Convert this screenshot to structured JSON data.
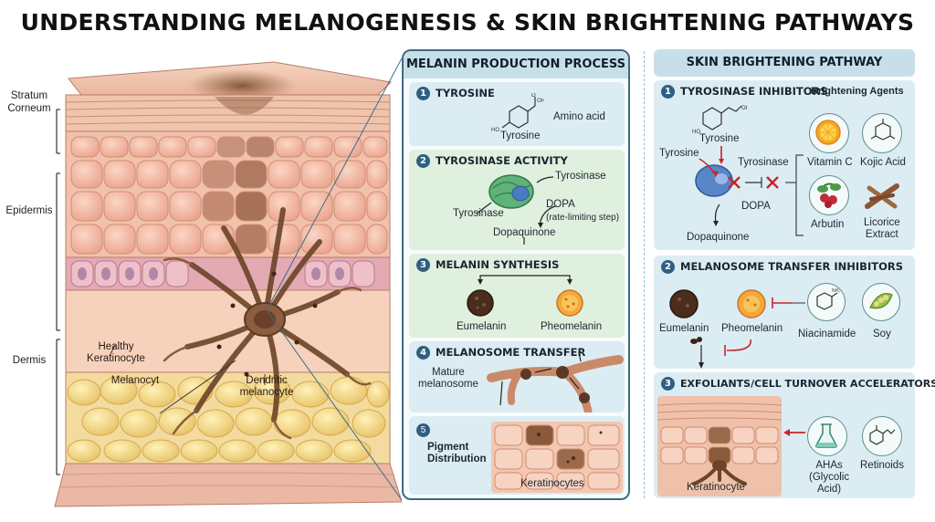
{
  "title": "UNDERSTANDING MELANOGENESIS & SKIN BRIGHTENING PATHWAYS",
  "skin_layers": {
    "stratum_corneum": "Stratum\nCorneum",
    "epidermis": "Epidermis",
    "dermis": "Dermis"
  },
  "skin_labels": {
    "healthy_keratinocyte": "Healthy\nKeratinocyte",
    "melanocyte": "Melanocyt",
    "dendritic_melanocyte": "Dendritic\nmelanocyte"
  },
  "production": {
    "title": "MELANIN PRODUCTION PROCESS",
    "steps": [
      {
        "num": "1",
        "title": "TYROSINE",
        "labels": {
          "amino_acid": "Amino acid",
          "tyrosine": "Tyrosine"
        }
      },
      {
        "num": "2",
        "title": "TYROSINASE ACTIVITY",
        "labels": {
          "tyrosinase_right": "Tyrosinase",
          "tyrosinase_left": "Tyrosinase",
          "dopa": "DOPA",
          "rate_limiting": "(rate-limiting step)",
          "dopaquinone": "Dopaquinone"
        }
      },
      {
        "num": "3",
        "title": "MELANIN SYNTHESIS",
        "labels": {
          "eumelanin": "Eumelanin",
          "pheomelanin": "Pheomelanin"
        }
      },
      {
        "num": "4",
        "title": "MELANOSOME TRANSFER",
        "labels": {
          "mature_melanosome": "Mature\nmelanosome"
        }
      },
      {
        "num": "5",
        "title": "Pigment\nDistribution",
        "labels": {
          "keratinocytes": "Keratinocytes"
        }
      }
    ]
  },
  "brightening": {
    "title": "SKIN BRIGHTENING PATHWAY",
    "section1": {
      "num": "1",
      "title": "TYROSINASE INHIBITORS",
      "agents_title": "Brightening Agents",
      "labels": {
        "tyrosine_top": "Tyrosine",
        "tyrosine_left": "Tyrosine",
        "tyrosinase": "Tyrosinase",
        "dopa": "DOPA",
        "dopaquinone": "Dopaquinone"
      },
      "agents": [
        "Vitamin C",
        "Kojic Acid",
        "Arbutin",
        "Licorice\nExtract"
      ]
    },
    "section2": {
      "num": "2",
      "title": "MELANOSOME TRANSFER INHIBITORS",
      "labels": {
        "eumelanin": "Eumelanin",
        "pheomelanin": "Pheomelanin"
      },
      "agents": [
        "Niacinamide",
        "Soy"
      ]
    },
    "section3": {
      "num": "3",
      "title": "EXFOLIANTS/CELL TURNOVER ACCELERATORS",
      "labels": {
        "keratinocyte": "Keratinocyte"
      },
      "agents": [
        "AHAs\n(Glycolic\nAcid)",
        "Retinoids"
      ]
    }
  },
  "chem_labels": {
    "oh": "OH",
    "o": "O",
    "ho": "HO",
    "nh2": "NH₂"
  },
  "colors": {
    "panel_header": "#c7dfe8",
    "step_blue": "#dcecf3",
    "step_green": "#dff0df",
    "number_badge": "#2f5f80",
    "inhibit_red": "#c8262a",
    "skin": "#f0c3aa",
    "melanin": "#5a3a26",
    "pheomelanin": "#f2a23a"
  },
  "icons": [
    "tyrosine-molecule-icon",
    "tyrosinase-enzyme-icon",
    "eumelanin-granule-icon",
    "pheomelanin-granule-icon",
    "melanocyte-dendrite-icon",
    "orange-slice-icon",
    "kojic-acid-molecule-icon",
    "berry-icon",
    "licorice-root-icon",
    "niacinamide-molecule-icon",
    "soybean-icon",
    "flask-icon",
    "retinoid-molecule-icon",
    "inhibit-cross-icon"
  ]
}
